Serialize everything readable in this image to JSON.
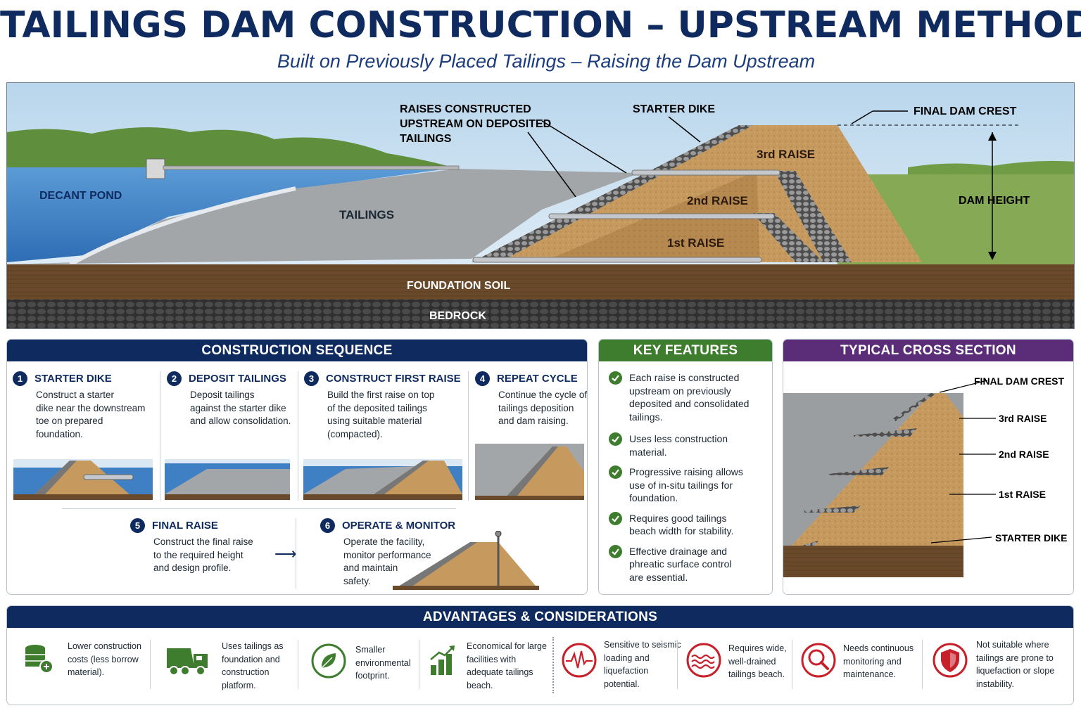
{
  "title": "TAILINGS DAM CONSTRUCTION – UPSTREAM METHOD",
  "subtitle": "Built on Previously Placed Tailings – Raising the Dam Upstream",
  "hero": {
    "decant_pond": "DECANT POND",
    "tailings": "TAILINGS",
    "raises_note": [
      "RAISES CONSTRUCTED",
      "UPSTREAM ON DEPOSITED",
      "TAILINGS"
    ],
    "starter_dike": "STARTER DIKE",
    "final_dam_crest": "FINAL DAM CREST",
    "raise3": "3rd RAISE",
    "raise2": "2nd RAISE",
    "raise1": "1st RAISE",
    "dam_height": "DAM HEIGHT",
    "foundation_soil": "FOUNDATION SOIL",
    "bedrock": "BEDROCK"
  },
  "sequence": {
    "heading": "CONSTRUCTION SEQUENCE",
    "steps": [
      {
        "num": "1",
        "title": "STARTER DIKE",
        "text": [
          "Construct a starter",
          "dike near the downstream",
          "toe on prepared",
          "foundation."
        ]
      },
      {
        "num": "2",
        "title": "DEPOSIT TAILINGS",
        "text": [
          "Deposit tailings",
          "against the starter dike",
          "and allow consolidation."
        ]
      },
      {
        "num": "3",
        "title": "CONSTRUCT FIRST RAISE",
        "text": [
          "Build the first raise on top",
          "of the deposited tailings",
          "using suitable material",
          "(compacted)."
        ]
      },
      {
        "num": "4",
        "title": "REPEAT CYCLE",
        "text": [
          "Continue the cycle of",
          "tailings deposition",
          "and dam raising."
        ]
      },
      {
        "num": "5",
        "title": "FINAL RAISE",
        "text": [
          "Construct the final raise",
          "to the required height",
          "and design profile."
        ]
      },
      {
        "num": "6",
        "title": "OPERATE & MONITOR",
        "text": [
          "Operate the facility,",
          "monitor performance",
          "and maintain",
          "safety."
        ]
      }
    ]
  },
  "features": {
    "heading": "KEY FEATURES",
    "items": [
      [
        "Each raise is constructed",
        "upstream on previously",
        "deposited and consolidated",
        "tailings."
      ],
      [
        "Uses less construction",
        "material."
      ],
      [
        "Progressive raising allows",
        "use of in-situ tailings for",
        "foundation."
      ],
      [
        "Requires good tailings",
        "beach width for stability."
      ],
      [
        "Effective drainage and",
        "phreatic surface control",
        "are essential."
      ]
    ]
  },
  "cross_section": {
    "heading": "TYPICAL CROSS SECTION",
    "final_dam_crest": "FINAL DAM CREST",
    "raise3": "3rd RAISE",
    "raise2": "2nd RAISE",
    "raise1": "1st RAISE",
    "starter_dike": "STARTER DIKE"
  },
  "advantages": {
    "heading": "ADVANTAGES & CONSIDERATIONS",
    "items": [
      {
        "icon": "coins-plus-icon",
        "text": [
          "Lower construction",
          "costs (less borrow",
          "material)."
        ]
      },
      {
        "icon": "dump-truck-icon",
        "text": [
          "Uses tailings as",
          "foundation and",
          "construction",
          "platform."
        ]
      },
      {
        "icon": "leaf-icon",
        "text": [
          "Smaller",
          "environmental",
          "footprint."
        ]
      },
      {
        "icon": "growth-chart-icon",
        "text": [
          "Economical for large",
          "facilities with",
          "adequate tailings",
          "beach."
        ]
      },
      {
        "icon": "seismic-wave-icon",
        "text": [
          "Sensitive to seismic",
          "loading and",
          "liquefaction",
          "potential."
        ]
      },
      {
        "icon": "water-waves-icon",
        "text": [
          "Requires wide,",
          "well-drained",
          "tailings beach."
        ]
      },
      {
        "icon": "magnifier-icon",
        "text": [
          "Needs continuous",
          "monitoring and",
          "maintenance."
        ]
      },
      {
        "icon": "shield-icon",
        "text": [
          "Not suitable where",
          "tailings are prone to",
          "liquefaction or slope",
          "instability."
        ]
      }
    ]
  },
  "colors": {
    "navy": "#0f2a5e",
    "green": "#3e7d2e",
    "purple": "#5b2d78",
    "red": "#c8202a",
    "water": "#3f7fc4",
    "tailings": "#a7a9ab",
    "dam_fill": "#c89a5c",
    "soil": "#6b4a2b",
    "bedrock": "#3a3a3a"
  }
}
